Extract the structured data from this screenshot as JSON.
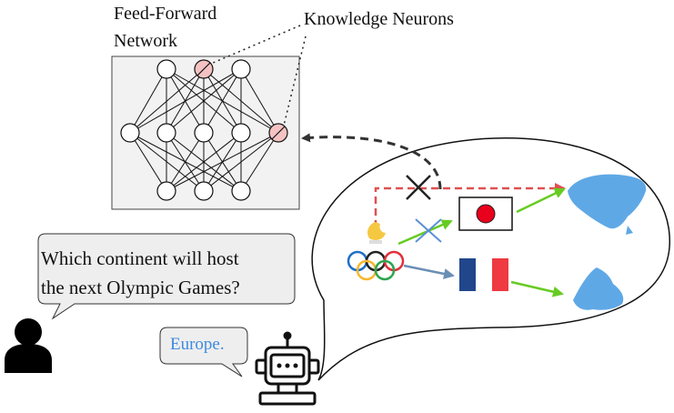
{
  "ffn": {
    "title_line1": "Feed-Forward",
    "title_line2": "Network"
  },
  "knowledge_neurons_label": "Knowledge Neurons",
  "question": {
    "line1": "Which continent will host",
    "line2": "the next Olympic Games?"
  },
  "answer": "Europe.",
  "colors": {
    "neuron_fill": "#ffffff",
    "knowledge_neuron_fill": "#f4c2c2",
    "ffn_panel": "#f2f2f2",
    "dashed_red": "#e05050",
    "arrow_green": "#66cc22",
    "arrow_blue": "#6a8fb5",
    "continent": "#5fa8e6",
    "answer_text": "#3d8be0",
    "japan_red": "#e8001c",
    "france_blue": "#21468b",
    "france_red": "#ee3a40"
  },
  "icons": [
    "person-icon",
    "robot-icon",
    "torch-icon",
    "olympic-rings-icon",
    "japan-flag-icon",
    "france-flag-icon",
    "asia-map-icon",
    "europe-map-icon"
  ]
}
